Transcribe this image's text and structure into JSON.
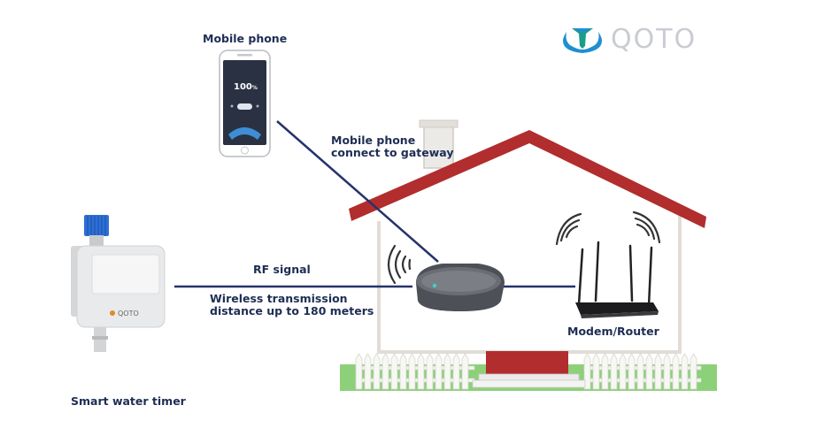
{
  "brand": {
    "name": "QOTO",
    "accent": "#1f8fcf",
    "text_color": "#c9ccd2"
  },
  "labels": {
    "mobile_phone": "Mobile phone",
    "phone_to_gateway_line1": "Mobile phone",
    "phone_to_gateway_line2": "connect to gateway",
    "rf_signal": "RF signal",
    "wireless_line1": "Wireless transmission",
    "wireless_line2": "distance up to 180 meters",
    "modem_router": "Modem/Router",
    "smart_water_timer": "Smart water timer"
  },
  "phone_screen": {
    "value": "100",
    "unit": "%"
  },
  "timer_logo": "QOTO",
  "colors": {
    "roof": "#b22d2d",
    "link_line": "#25336b",
    "fence": "#f4f4f2",
    "grass": "#8dd07a",
    "door": "#b22d2d"
  }
}
